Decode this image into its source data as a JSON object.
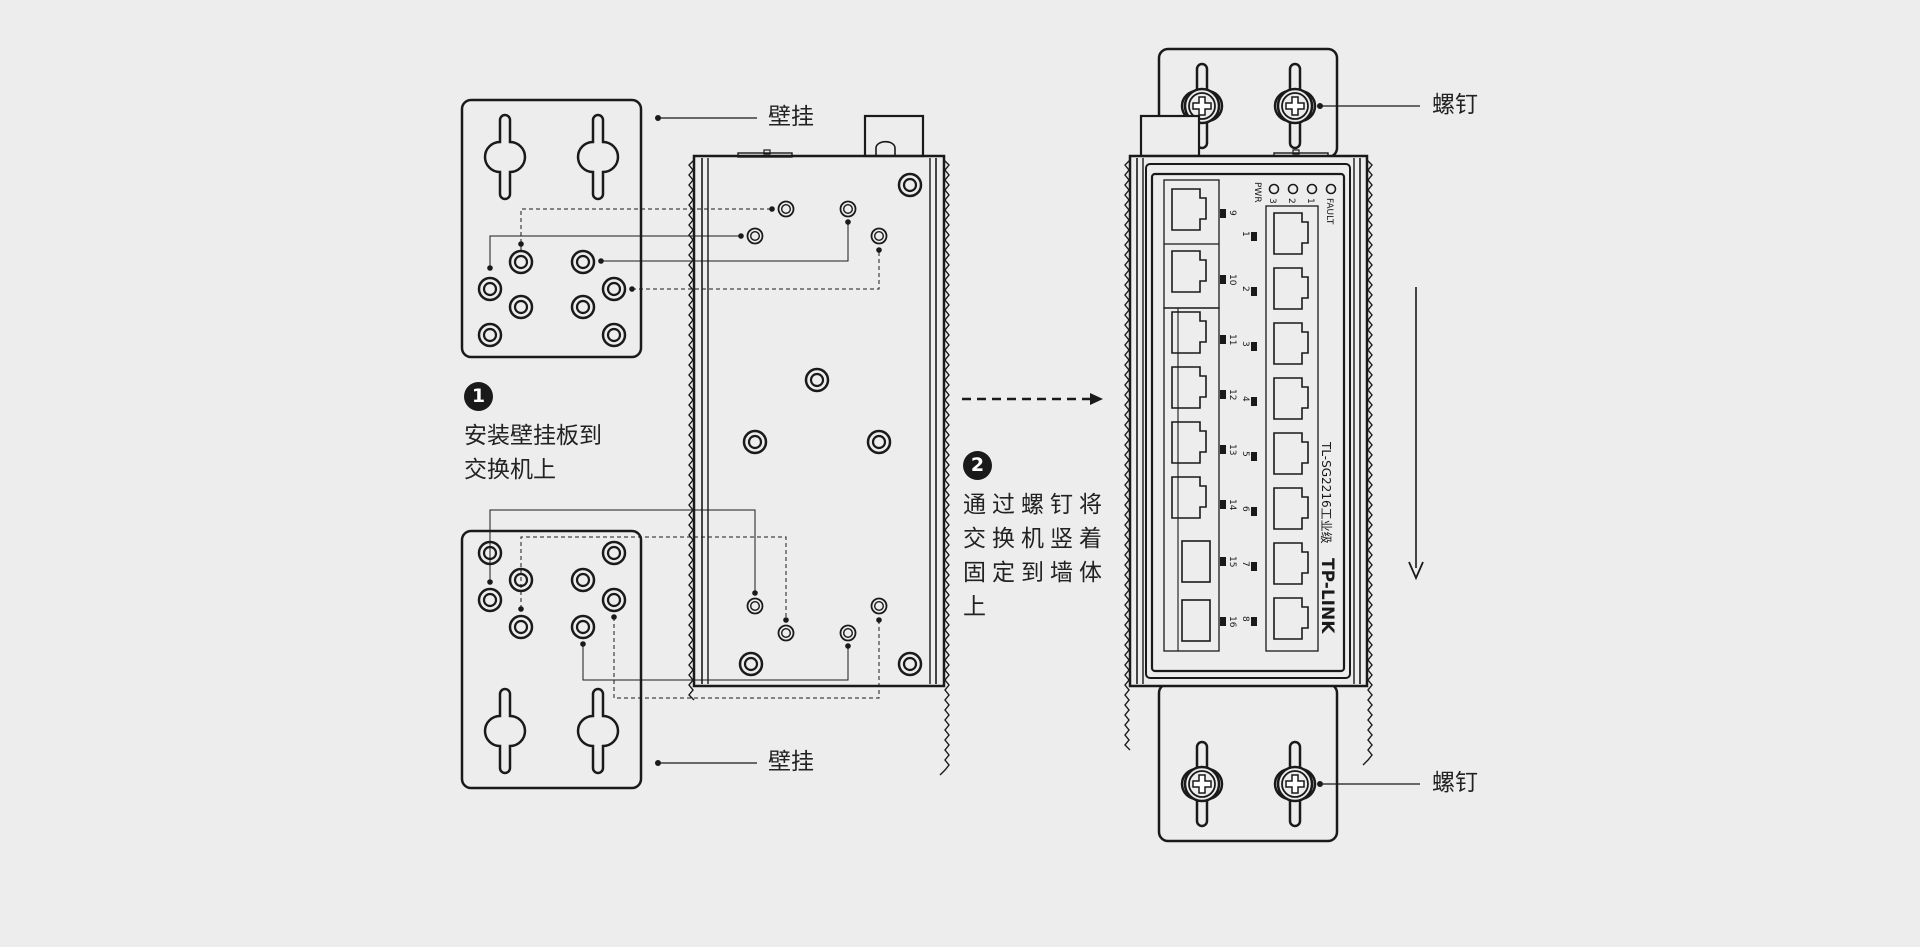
{
  "labels": {
    "wall_mount_top": "壁挂",
    "wall_mount_bottom": "壁挂",
    "screw_top": "螺钉",
    "screw_bottom": "螺钉"
  },
  "steps": [
    {
      "number": "1",
      "lines": [
        "安装壁挂板到",
        "交换机上"
      ]
    },
    {
      "number": "2",
      "lines": [
        "通过螺钉将",
        "交换机竖着",
        "固定到墙体",
        "上"
      ]
    }
  ],
  "switch_panel": {
    "model": "TL-SG2216工业级",
    "brand": "TP-LINK",
    "led_labels": [
      "PWR",
      "3",
      "2",
      "1",
      "FAULT"
    ],
    "port_numbers_left": [
      "9",
      "10",
      "11",
      "12",
      "13",
      "14",
      "15",
      "16"
    ],
    "port_numbers_right": [
      "1",
      "2",
      "3",
      "4",
      "5",
      "6",
      "7",
      "8"
    ]
  },
  "colors": {
    "background": "#ededed",
    "line": "#1a1a1a"
  }
}
